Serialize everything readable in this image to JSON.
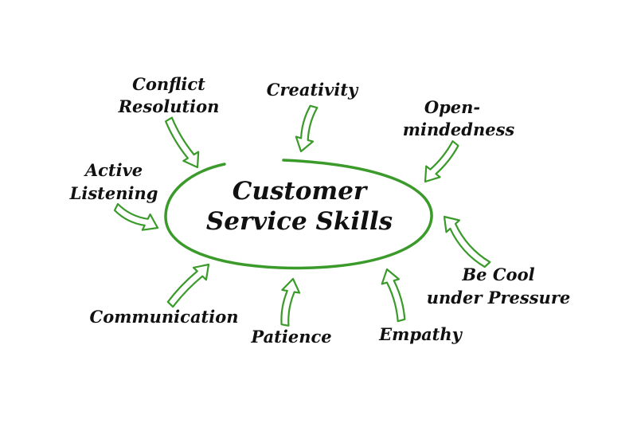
{
  "center": {
    "line1": "Customer",
    "line2": "Service Skills"
  },
  "skills": {
    "conflict_line1": "Conflict",
    "conflict_line2": "Resolution",
    "creativity": "Creativity",
    "open_line1": "Open-",
    "open_line2": "mindedness",
    "active_line1": "Active",
    "active_line2": "Listening",
    "cool_line1": "Be Cool",
    "cool_line2": "under Pressure",
    "communication": "Communication",
    "patience": "Patience",
    "empathy": "Empathy"
  },
  "colors": {
    "accent": "#3a9a2a",
    "text": "#111111",
    "background": "#ffffff"
  }
}
